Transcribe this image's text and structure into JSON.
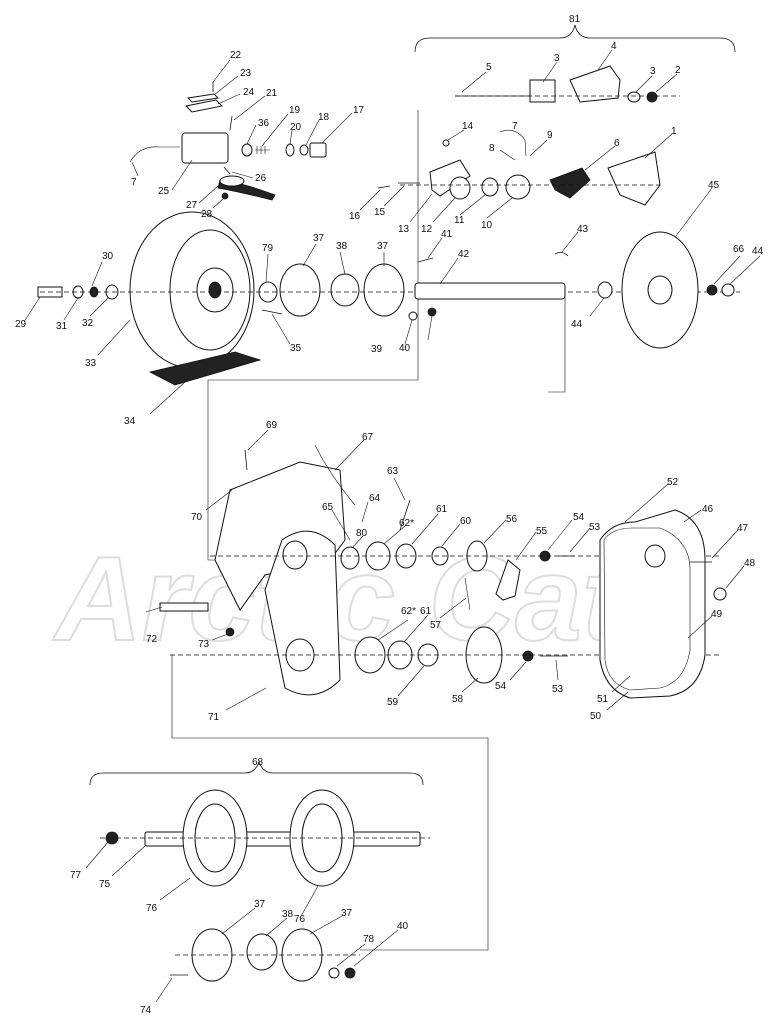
{
  "watermark": {
    "text": "Arctic Cat"
  },
  "groups": [
    {
      "id": "81",
      "label": "81"
    },
    {
      "id": "68",
      "label": "68"
    }
  ],
  "callouts": {
    "c22": "22",
    "c23": "23",
    "c24": "24",
    "c21": "21",
    "c19": "19",
    "c36": "36",
    "c20": "20",
    "c18": "18",
    "c17": "17",
    "c7a": "7",
    "c25": "25",
    "c26": "26",
    "c27": "27",
    "c28": "28",
    "c5": "5",
    "c3a": "3",
    "c4": "4",
    "c3b": "3",
    "c2": "2",
    "c14": "14",
    "c7b": "7",
    "c8": "8",
    "c9": "9",
    "c6": "6",
    "c1": "1",
    "c16": "16",
    "c15": "15",
    "c13": "13",
    "c12": "12",
    "c11": "11",
    "c10": "10",
    "c30": "30",
    "c29": "29",
    "c31": "31",
    "c32": "32",
    "c33": "33",
    "c79": "79",
    "c37a": "37",
    "c38a": "38",
    "c37b": "37",
    "c41": "41",
    "c42": "42",
    "c43": "43",
    "c45": "45",
    "c66": "66",
    "c44a": "44",
    "c44b": "44",
    "c35": "35",
    "c39": "39",
    "c40a": "40",
    "c34": "34",
    "c69": "69",
    "c67": "67",
    "c70": "70",
    "c63": "63",
    "c65": "65",
    "c64": "64",
    "c80": "80",
    "c62a": "62*",
    "c61a": "61",
    "c60": "60",
    "c56": "56",
    "c55": "55",
    "c54a": "54",
    "c53a": "53",
    "c52": "52",
    "c46": "46",
    "c47": "47",
    "c48": "48",
    "c49": "49",
    "c72": "72",
    "c73": "73",
    "c57": "57",
    "c62b": "62*",
    "c61b": "61",
    "c71": "71",
    "c59": "59",
    "c58": "58",
    "c54b": "54",
    "c53b": "53",
    "c51": "51",
    "c50": "50",
    "c77": "77",
    "c75": "75",
    "c76a": "76",
    "c37c": "37",
    "c38b": "38",
    "c76b": "76",
    "c37d": "37",
    "c78": "78",
    "c40b": "40",
    "c74": "74"
  }
}
